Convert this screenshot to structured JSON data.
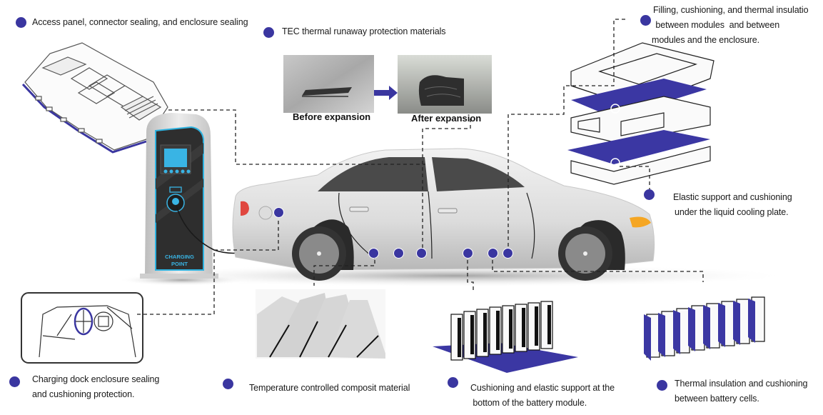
{
  "colors": {
    "accent_dot": "#3a36a0",
    "cushion_pad": "#3b37a3",
    "charger_body": "#d8d8d8",
    "charger_panel": "#2e2e2e",
    "charger_trim": "#2fb3e0",
    "car_body": "#e4e4e4",
    "dashed_line": "#222222"
  },
  "labels": {
    "access_panel": "Access panel, connector sealing, and enclosure sealing",
    "tec_materials": "TEC thermal runaway protection materials",
    "before_expansion": "Before expansion",
    "after_expansion": "After expansion",
    "filling_line1": "Filling, cushioning, and thermal insulatio",
    "filling_line2": " between modules  and between",
    "filling_line3": "modules and the enclosure.",
    "elastic_line1": "Elastic support and cushioning",
    "elastic_line2": "under the liquid cooling plate.",
    "charging_dock_line1": "Charging dock enclosure sealing",
    "charging_dock_line2": "and cushioning protection.",
    "temp_composite": "Temperature controlled composit material",
    "cushion_module_line1": "Cushioning and elastic support at the",
    "cushion_module_line2": " bottom of the battery module.",
    "thermal_cells_line1": "Thermal insulation and cushioning",
    "thermal_cells_line2": "between battery cells."
  },
  "charger": {
    "sign_line1": "CHARGING",
    "sign_line2": "POINT"
  },
  "icons": {
    "arrow": "right-arrow",
    "marker": "filled-circle"
  }
}
